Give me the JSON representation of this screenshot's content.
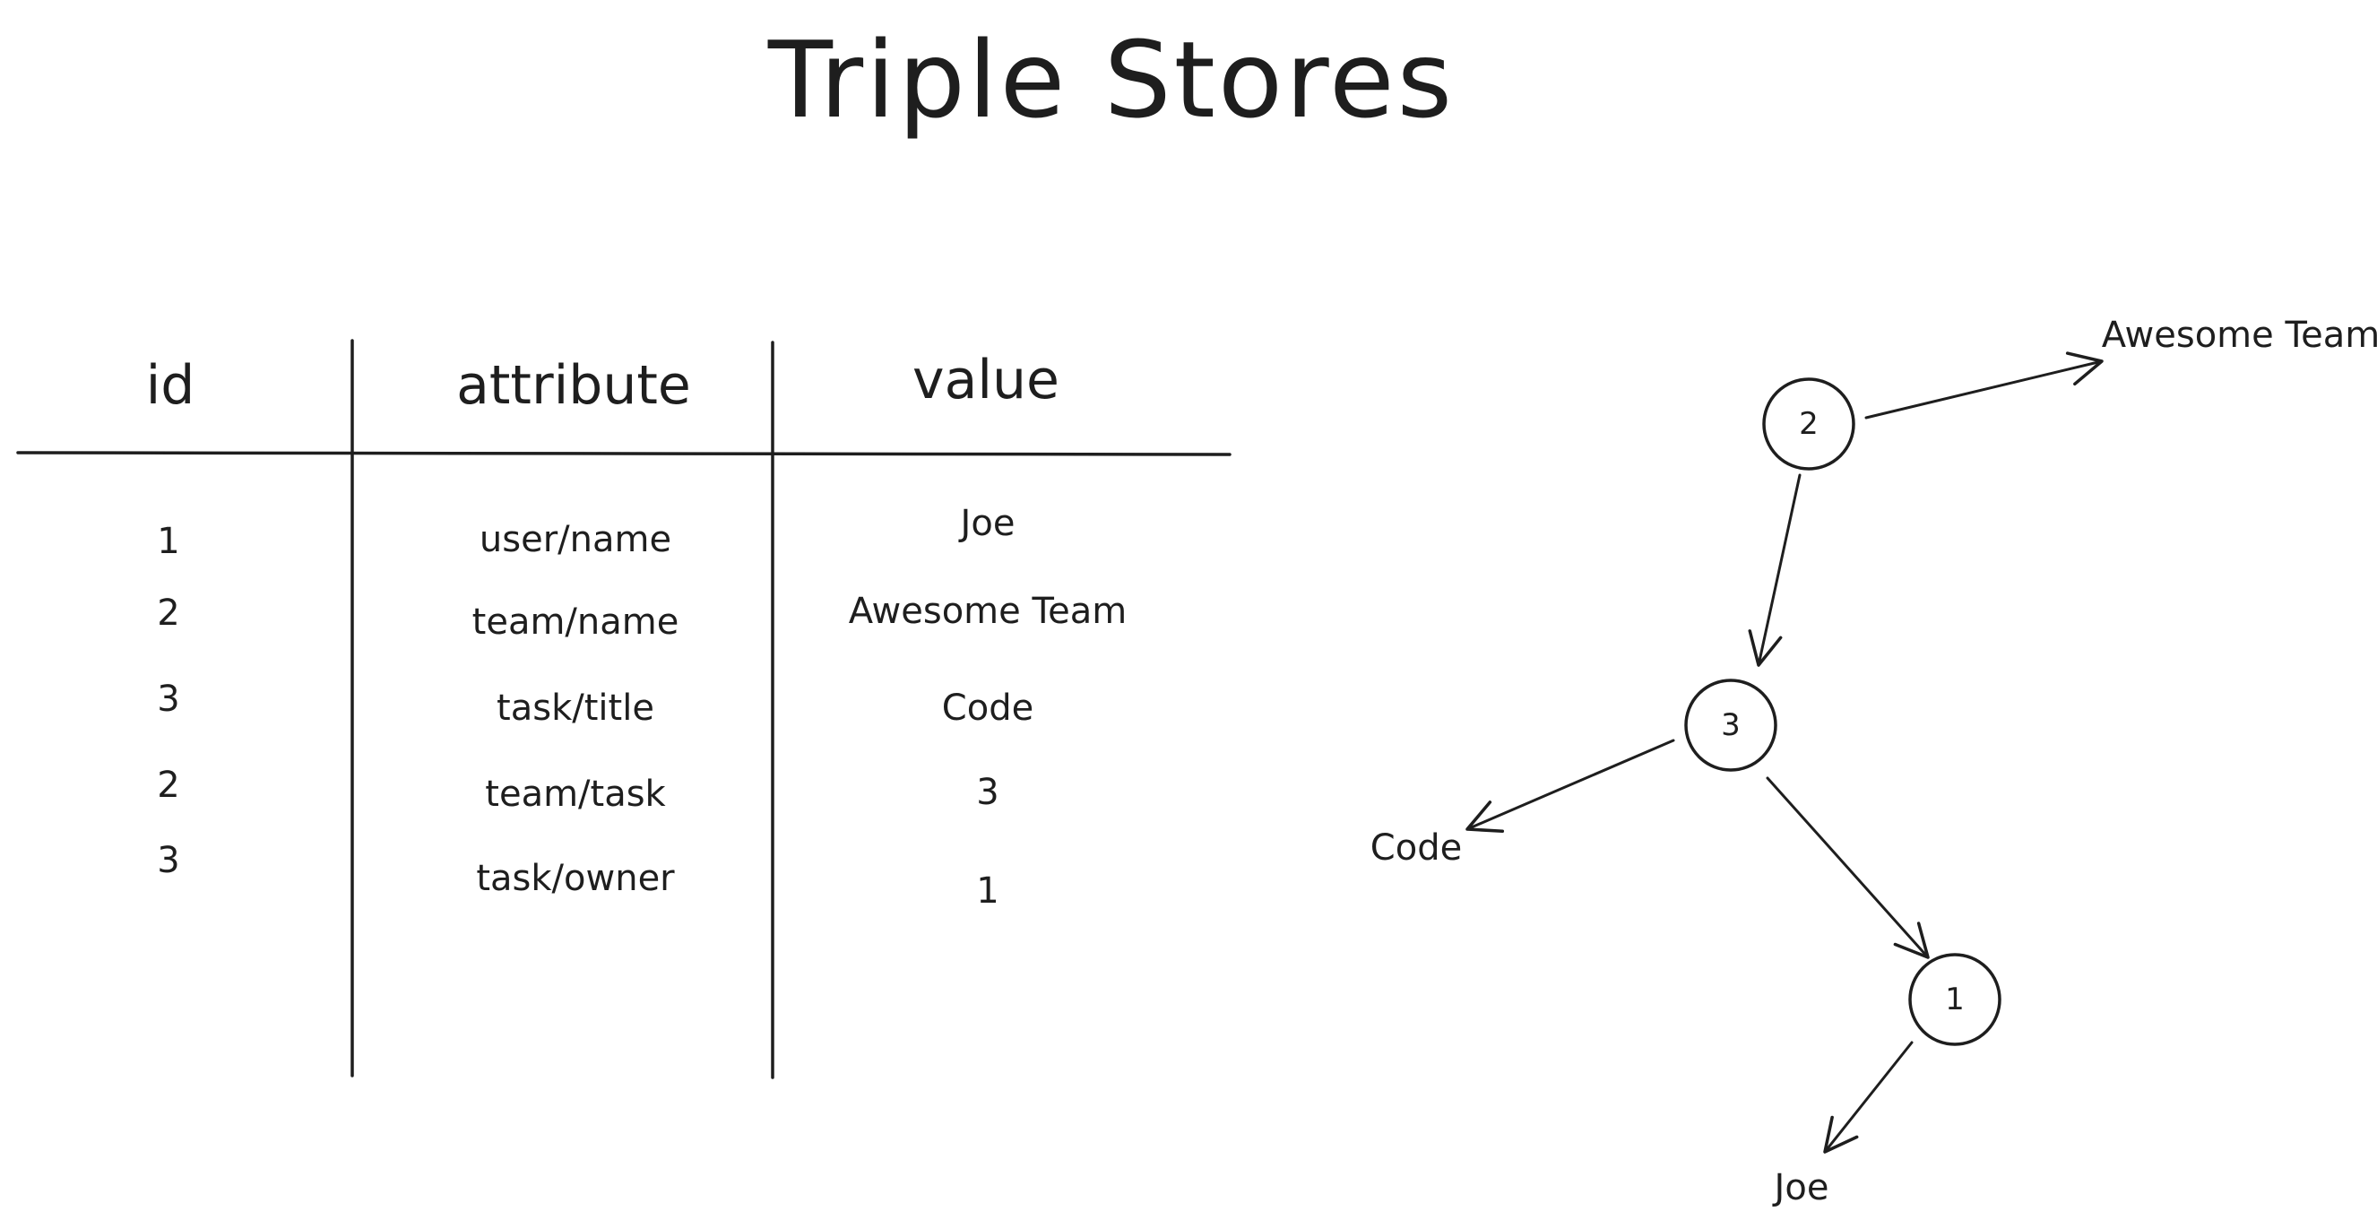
{
  "title": "Triple Stores",
  "table": {
    "headers": [
      "id",
      "attribute",
      "value"
    ],
    "rows": [
      {
        "id": "1",
        "attribute": "user/name",
        "value": "Joe"
      },
      {
        "id": "2",
        "attribute": "team/name",
        "value": "Awesome Team"
      },
      {
        "id": "3",
        "attribute": "task/title",
        "value": "Code"
      },
      {
        "id": "2",
        "attribute": "team/task",
        "value": "3"
      },
      {
        "id": "3",
        "attribute": "task/owner",
        "value": "1"
      }
    ]
  },
  "graph": {
    "nodes": [
      "2",
      "3",
      "1"
    ],
    "labels": [
      "Awesome Team",
      "Code",
      "Joe"
    ]
  }
}
